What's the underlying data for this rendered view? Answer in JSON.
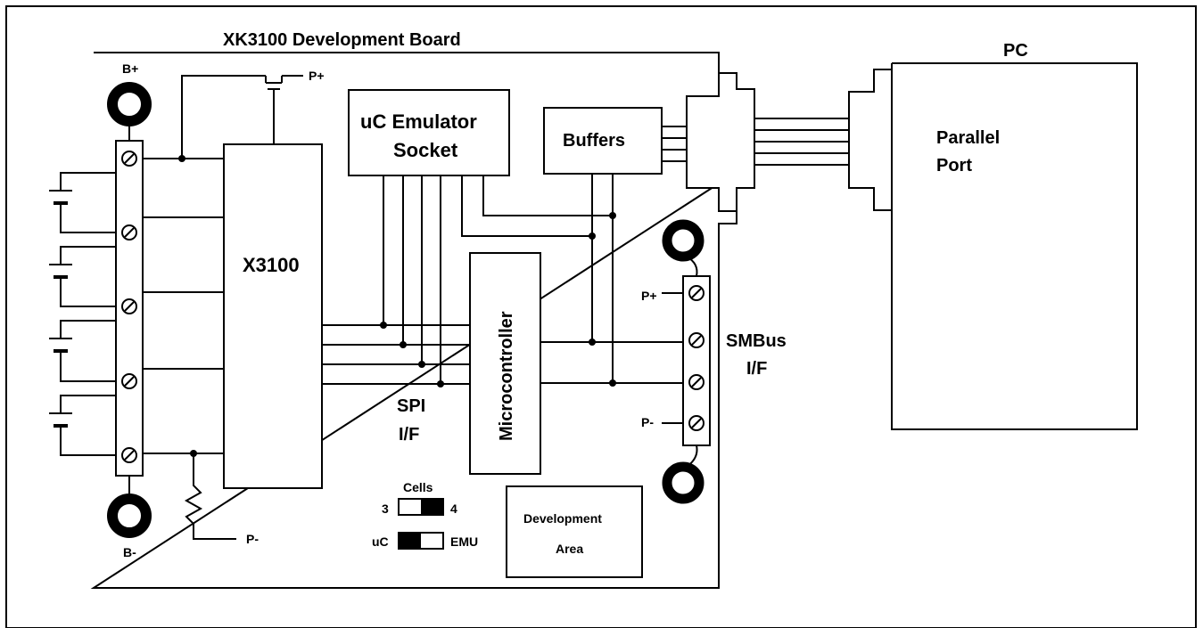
{
  "board": {
    "title": "XK3100 Development Board"
  },
  "pc": {
    "title": "PC",
    "port_line1": "Parallel",
    "port_line2": "Port"
  },
  "blocks": {
    "x3100": "X3100",
    "emulator_line1": "uC Emulator",
    "emulator_line2": "Socket",
    "buffers": "Buffers",
    "microcontroller": "Microcontroller",
    "dev_line1": "Development",
    "dev_line2": "Area"
  },
  "labels": {
    "b_plus": "B+",
    "b_minus": "B-",
    "p_plus_top": "P+",
    "p_minus_bottom": "P-",
    "spi_line1": "SPI",
    "spi_line2": "I/F",
    "smbus_line1": "SMBus",
    "smbus_line2": "I/F",
    "smbus_p_plus": "P+",
    "smbus_p_minus": "P-"
  },
  "switches": {
    "cells_title": "Cells",
    "cells_left": "3",
    "cells_right": "4",
    "mode_left": "uC",
    "mode_right": "EMU"
  }
}
